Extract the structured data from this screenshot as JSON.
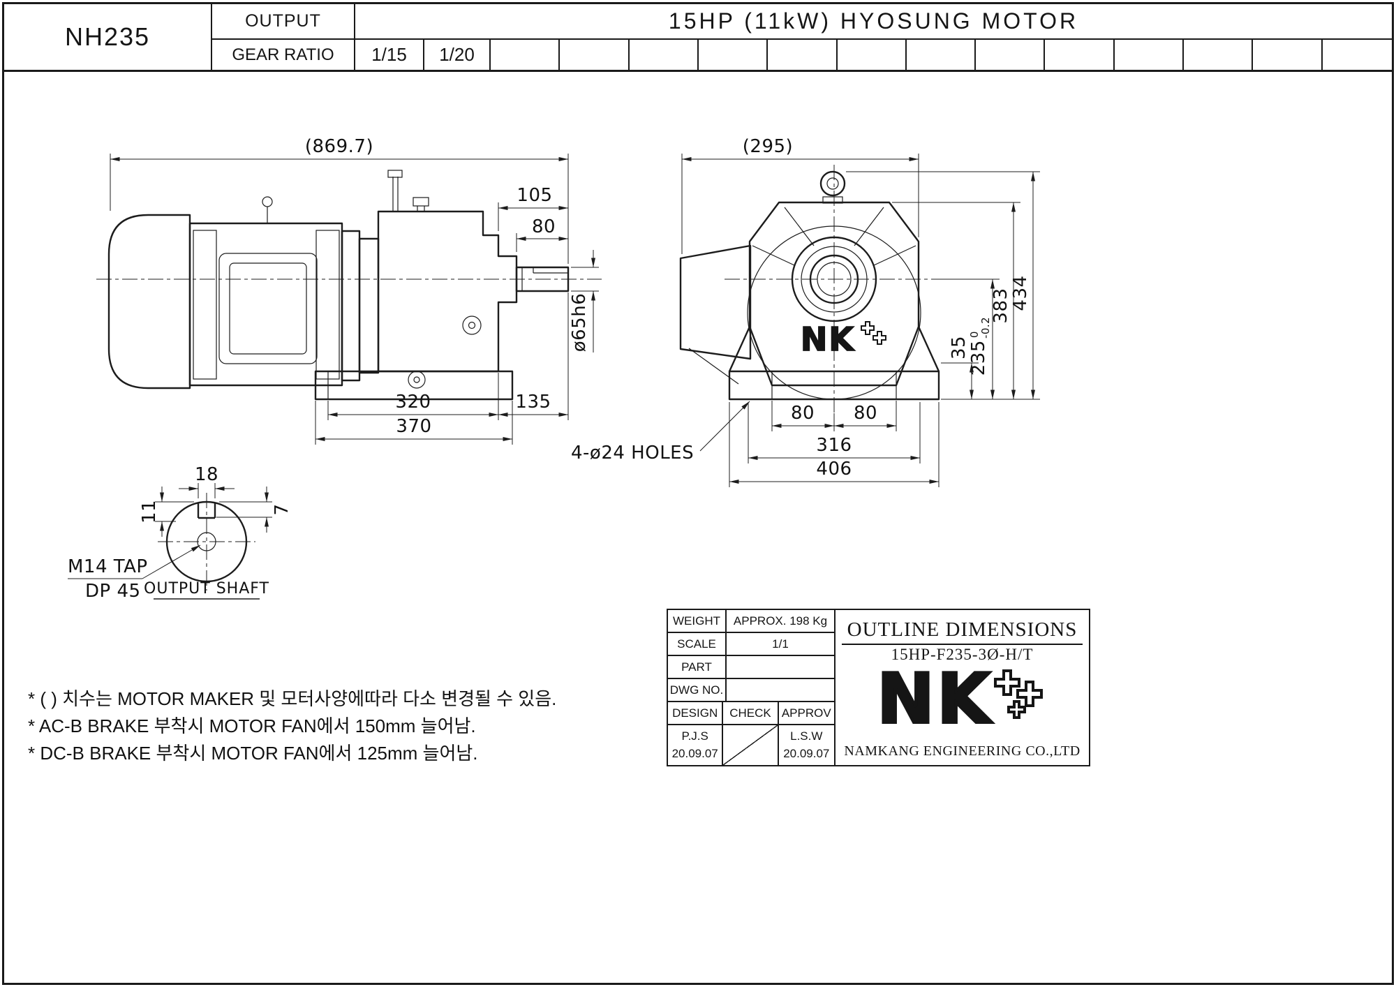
{
  "sheet": {
    "model": "NH235",
    "output_label": "OUTPUT",
    "gear_ratio_label": "GEAR RATIO",
    "motor_title": "15HP (11kW) HYOSUNG MOTOR",
    "gear_ratios": [
      "1/15",
      "1/20"
    ]
  },
  "side_view": {
    "overall_length": "(869.7)",
    "dim_105": "105",
    "dim_80": "80",
    "shaft_dia": "ø65h6",
    "dim_320": "320",
    "dim_135": "135",
    "dim_370": "370"
  },
  "front_view": {
    "overall_width": "(295)",
    "dim_434": "434",
    "dim_383": "383",
    "dim_235": "235",
    "tol_upper": "0",
    "tol_lower": "-0.2",
    "dim_35": "35",
    "dim_80_left": "80",
    "dim_80_right": "80",
    "dim_316": "316",
    "dim_406": "406",
    "holes_label": "4-ø24 HOLES",
    "logo": "NK"
  },
  "shaft_detail": {
    "dim_18": "18",
    "dim_11": "11",
    "dim_7": "7",
    "tap_line1": "M14 TAP",
    "tap_line2": "DP 45",
    "title": "OUTPUT SHAFT"
  },
  "notes": [
    "* (  ) 치수는 MOTOR MAKER 및 모터사양에따라 다소 변경될 수 있음.",
    "* AC-B BRAKE 부착시 MOTOR FAN에서 150mm 늘어남.",
    "* DC-B BRAKE 부착시 MOTOR FAN에서 125mm 늘어남."
  ],
  "title_block": {
    "weight_label": "WEIGHT",
    "weight_value": "APPROX. 198 Kg",
    "scale_label": "SCALE",
    "scale_value": "1/1",
    "part_label": "PART",
    "part_value": "",
    "dwg_no_label": "DWG NO.",
    "dwg_no_value": "",
    "design_label": "DESIGN",
    "check_label": "CHECK",
    "approv_label": "APPROV",
    "design_name": "P.J.S",
    "design_date": "20.09.07",
    "approv_name": "L.S.W",
    "approv_date": "20.09.07",
    "doc_title": "OUTLINE DIMENSIONS",
    "doc_code": "15HP-F235-3Ø-H/T",
    "brand": "NK",
    "company": "NAMKANG ENGINEERING CO.,LTD"
  }
}
